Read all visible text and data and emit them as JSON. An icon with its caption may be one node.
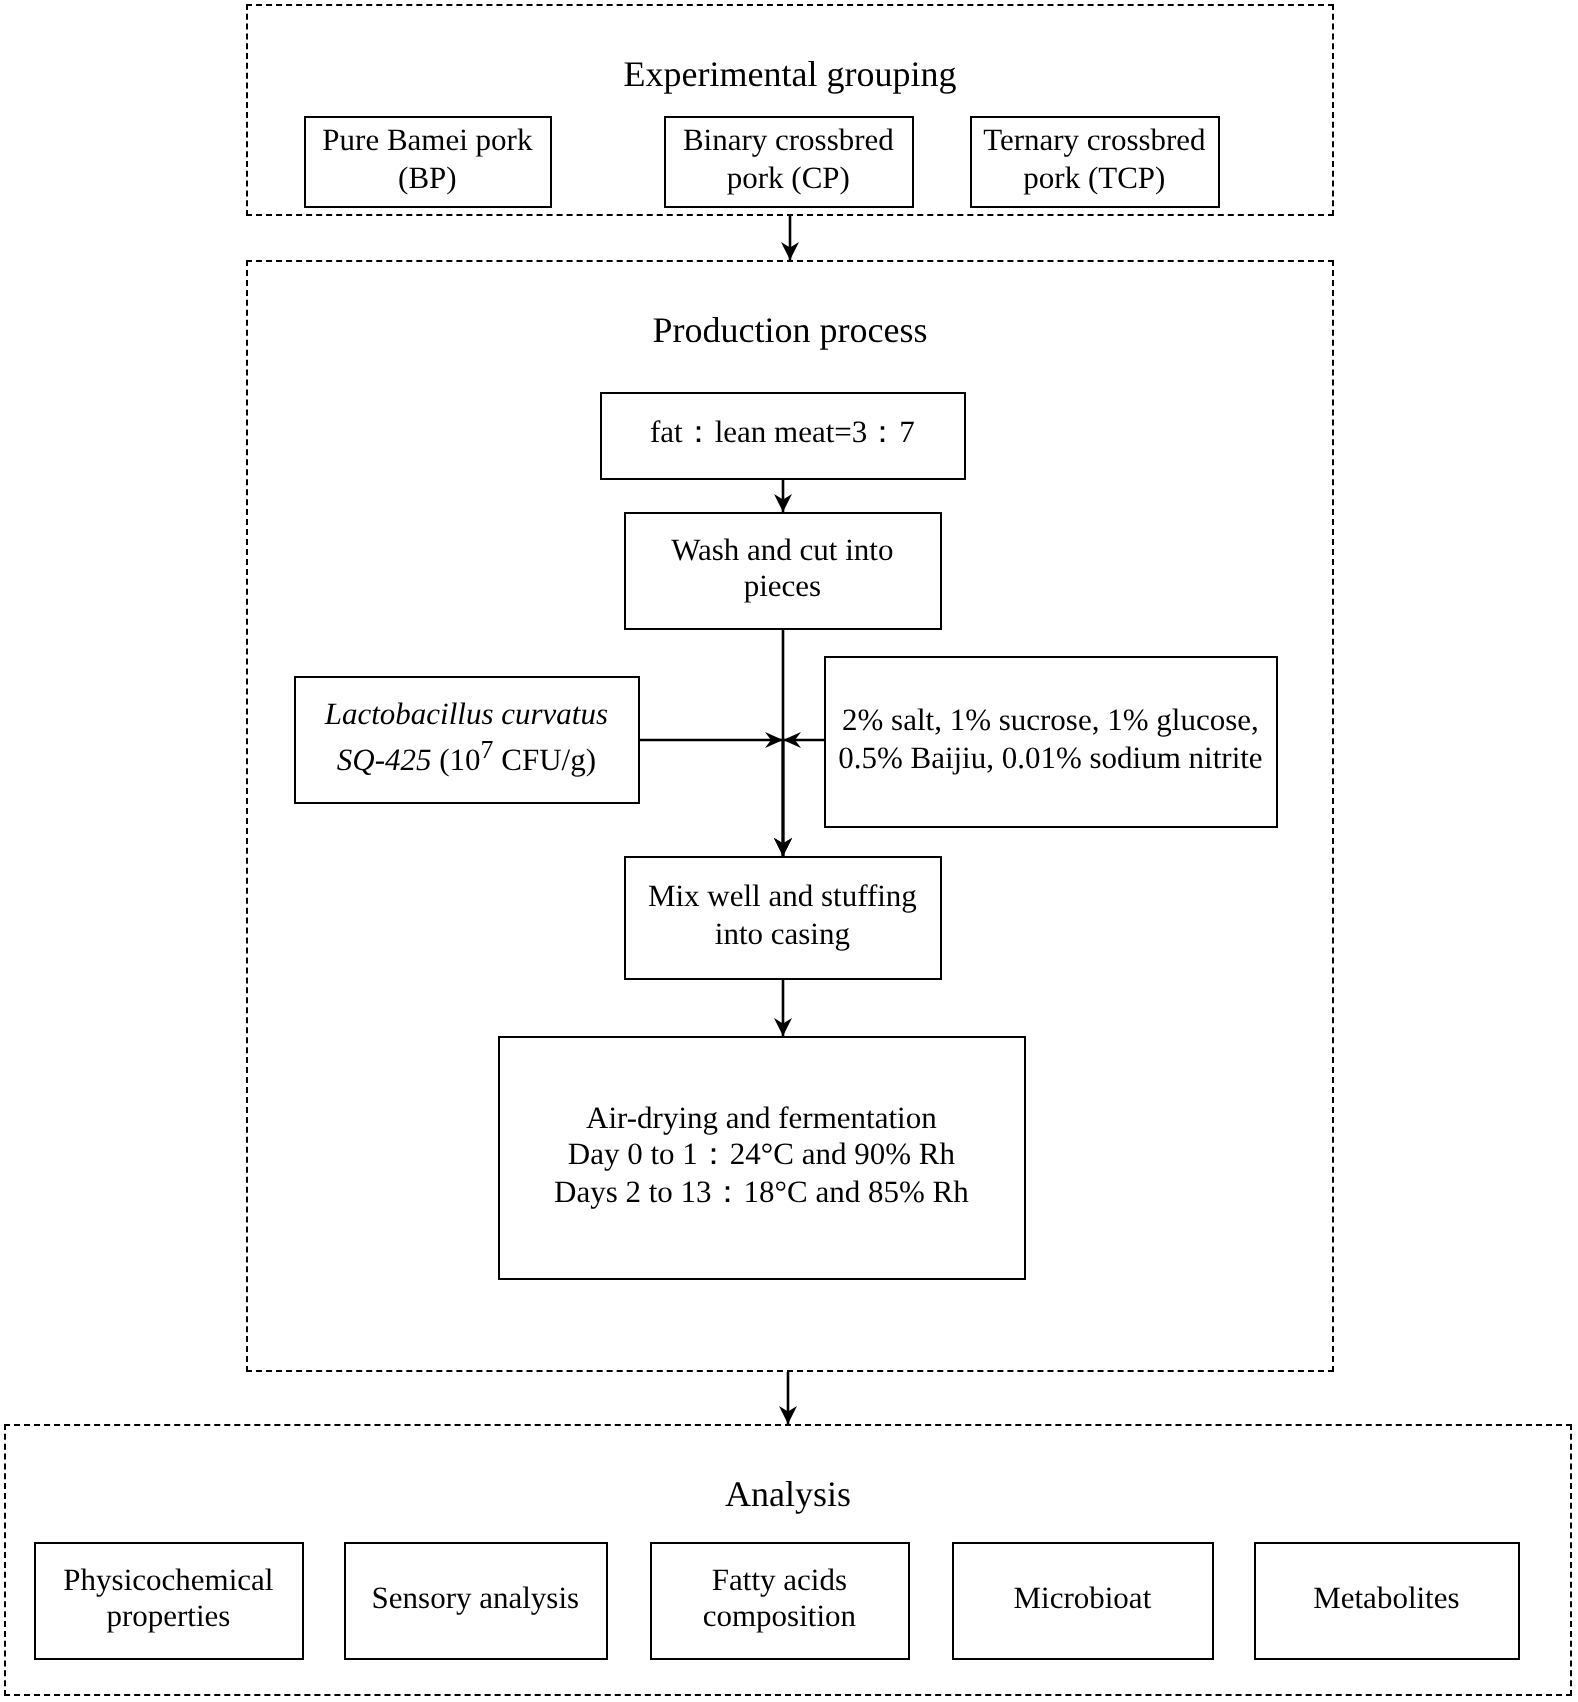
{
  "diagram": {
    "nodes": [
      {
        "text": [
          "Experimental grouping"
        ]
      },
      {
        "text": [
          "Pure Bamei pork (BP)"
        ],
        "in": 0
      },
      {
        "text": [
          "Binary crossbred pork (CP)"
        ],
        "in": 0
      },
      {
        "text": [
          "Ternary crossbred pork (TCP)"
        ],
        "in": 0
      },
      {
        "text": [
          "Production process"
        ]
      },
      {
        "text": [
          "fat：lean meat=3：7"
        ],
        "in": 4
      },
      {
        "text": [
          "Wash and cut into pieces"
        ],
        "in": 4
      },
      {
        "text": [
          "*Lactobacillus curvatus SQ-425* (10$^{7}$ CFU/g)"
        ],
        "in": 4
      },
      {
        "text": [
          "2% salt, 1% sucrose, 1% glucose, 0.5% Baijiu, 0.01% sodium nitrite"
        ],
        "in": 4
      },
      {
        "text": [
          "Mix well and stuffing into casing"
        ],
        "in": 4
      },
      {
        "text": [
          "Air-drying and fermentation",
          "Day 0 to 1：24°C and 90% Rh",
          "Days 2 to 13：18°C and 85% Rh"
        ],
        "in": 4
      },
      {
        "text": [
          "Analysis"
        ]
      },
      {
        "text": [
          "Physicochemical properties"
        ],
        "in": 11
      },
      {
        "text": [
          "Sensory analysis"
        ],
        "in": 11
      },
      {
        "text": [
          "Fatty acids composition"
        ],
        "in": 11
      },
      {
        "text": [
          "Microbioat"
        ],
        "in": 11
      },
      {
        "text": [
          "Metabolites"
        ],
        "in": 11
      }
    ],
    "edges": [
      {
        "from": 0,
        "to": 4,
        "arrow": "to"
      },
      {
        "from": 5,
        "to": 6,
        "arrow": "to"
      },
      {
        "from": 6,
        "to": 9,
        "arrow": "to"
      },
      {
        "from": 7,
        "to": 9,
        "arrow": "to"
      },
      {
        "from": 8,
        "to": 9,
        "arrow": "to"
      },
      {
        "from": 9,
        "to": 10,
        "arrow": "to"
      },
      {
        "from": 4,
        "to": 11,
        "arrow": "to"
      }
    ]
  }
}
